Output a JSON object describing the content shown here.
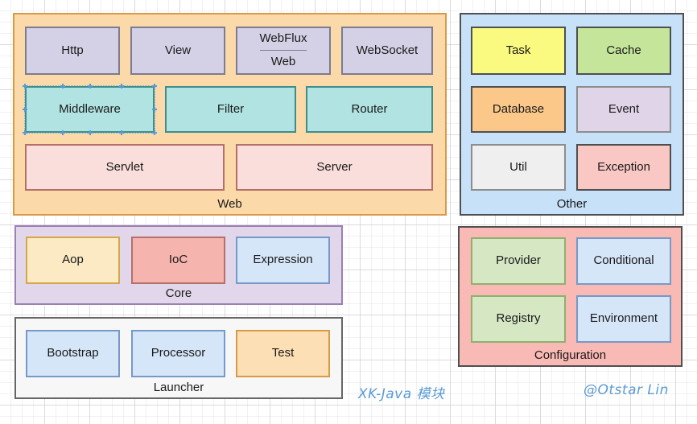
{
  "diagram": {
    "title_watermark": "XK-Java 模块",
    "author_watermark": "@Otstar Lin",
    "colors": {
      "web_panel_fill": "#FBD9A9",
      "web_panel_border": "#D79B48",
      "other_panel_fill": "#C7E1F8",
      "other_panel_border": "#4F4F4F",
      "core_panel_fill": "#E2D6EA",
      "core_panel_border": "#9B7FB5",
      "launcher_panel_fill": "#F7F7F7",
      "launcher_panel_border": "#666666",
      "config_panel_fill": "#F9B9B5",
      "config_panel_border": "#4F4F4F",
      "lavender": "#D4D1E6",
      "cyan": "#B1E3E3",
      "pink": "#F9DEDB",
      "yellow": "#FAFA80",
      "green": "#C5E59B",
      "orange": "#FBC88A",
      "lightlavender": "#E0D4E8",
      "white": "#EFEFEF",
      "salmon": "#FAC8C4",
      "cream": "#FBEAC3",
      "rose": "#F5B4AE",
      "lightblue": "#D6E6F9",
      "lightgreen": "#D6E7C4",
      "peach": "#FCDFB5",
      "accent_blue": "#5B9BD5"
    },
    "panels": [
      {
        "name": "web",
        "label": "Web",
        "nodes": [
          {
            "name": "http",
            "label": "Http"
          },
          {
            "name": "view",
            "label": "View"
          },
          {
            "name": "webflux-web",
            "label_top": "WebFlux",
            "label_bottom": "Web"
          },
          {
            "name": "websocket",
            "label": "WebSocket"
          },
          {
            "name": "middleware",
            "label": "Middleware",
            "selected": true
          },
          {
            "name": "filter",
            "label": "Filter"
          },
          {
            "name": "router",
            "label": "Router"
          },
          {
            "name": "servlet",
            "label": "Servlet"
          },
          {
            "name": "server",
            "label": "Server"
          }
        ]
      },
      {
        "name": "other",
        "label": "Other",
        "nodes": [
          {
            "name": "task",
            "label": "Task"
          },
          {
            "name": "cache",
            "label": "Cache"
          },
          {
            "name": "database",
            "label": "Database"
          },
          {
            "name": "event",
            "label": "Event"
          },
          {
            "name": "util",
            "label": "Util"
          },
          {
            "name": "exception",
            "label": "Exception"
          }
        ]
      },
      {
        "name": "core",
        "label": "Core",
        "nodes": [
          {
            "name": "aop",
            "label": "Aop"
          },
          {
            "name": "ioc",
            "label": "IoC"
          },
          {
            "name": "expression",
            "label": "Expression"
          }
        ]
      },
      {
        "name": "launcher",
        "label": "Launcher",
        "nodes": [
          {
            "name": "bootstrap",
            "label": "Bootstrap"
          },
          {
            "name": "processor",
            "label": "Processor"
          },
          {
            "name": "test",
            "label": "Test"
          }
        ]
      },
      {
        "name": "configuration",
        "label": "Configuration",
        "nodes": [
          {
            "name": "provider",
            "label": "Provider"
          },
          {
            "name": "conditional",
            "label": "Conditional"
          },
          {
            "name": "registry",
            "label": "Registry"
          },
          {
            "name": "environment",
            "label": "Environment"
          }
        ]
      }
    ]
  }
}
